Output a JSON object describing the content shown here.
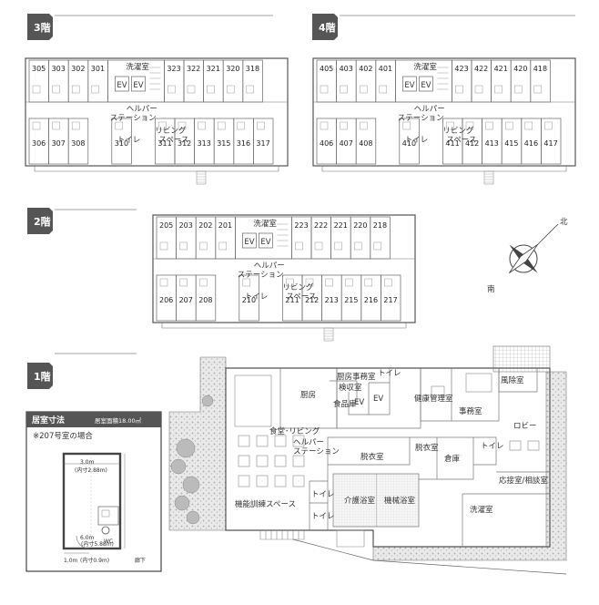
{
  "floors": {
    "f3": {
      "label": "3階",
      "top_rooms": [
        "305",
        "303",
        "302",
        "301",
        "323",
        "322",
        "321",
        "320",
        "318"
      ],
      "bottom_rooms": [
        "306",
        "307",
        "308",
        "310",
        "311",
        "312",
        "313",
        "315",
        "316",
        "317"
      ],
      "laundry": "洗濯室",
      "ev": "EV",
      "helper": [
        "ヘルパー",
        "ステーション"
      ],
      "living": [
        "リビング",
        "スペース"
      ],
      "toilet": "トイレ"
    },
    "f4": {
      "label": "4階",
      "top_rooms": [
        "405",
        "403",
        "402",
        "401",
        "423",
        "422",
        "421",
        "420",
        "418"
      ],
      "bottom_rooms": [
        "406",
        "407",
        "408",
        "410",
        "411",
        "412",
        "413",
        "415",
        "416",
        "417"
      ],
      "laundry": "洗濯室",
      "ev": "EV",
      "helper": [
        "ヘルパー",
        "ステーション"
      ],
      "living": [
        "リビング",
        "スペース"
      ],
      "toilet": "トイレ"
    },
    "f2": {
      "label": "2階",
      "top_rooms": [
        "205",
        "203",
        "202",
        "201",
        "223",
        "222",
        "221",
        "220",
        "218"
      ],
      "bottom_rooms": [
        "206",
        "207",
        "208",
        "210",
        "211",
        "212",
        "213",
        "215",
        "216",
        "217"
      ],
      "laundry": "洗濯室",
      "ev": "EV",
      "helper": [
        "ヘルパー",
        "ステーション"
      ],
      "living": [
        "リビング",
        "スペース"
      ],
      "toilet": "トイレ"
    },
    "f1": {
      "label": "1階",
      "rooms": {
        "kitchen": "厨房",
        "food_store": "食品庫",
        "inspection": "検収室",
        "kitchen_office": "厨房事務室",
        "toilet": "トイレ",
        "ev": "EV",
        "health": "健康管理室",
        "office": "事務室",
        "wind_room": "風除室",
        "lobby": "ロビー",
        "dining": "食堂･リビング",
        "helper": [
          "ヘルパー",
          "ステーション"
        ],
        "undress": "脱衣室",
        "undress2": "脱衣室",
        "storage": "倉庫",
        "training": "機能訓練スペース",
        "care_bath": "介護浴室",
        "machine_bath": "機械浴室",
        "reception": "応接室/相談室",
        "laundry": "洗濯室"
      }
    }
  },
  "compass": {
    "north": "北",
    "south": "南"
  },
  "room_size": {
    "title": "居室寸法",
    "area": "居室面積18.00㎡",
    "note": "※207号室の場合",
    "width_main": "3.0m",
    "width_inner": "(内寸2.88m)",
    "length_main": "6.0m",
    "length_inner": "(内寸5.88m)",
    "door_main": "1.0m",
    "door_inner": "(内寸0.9m)",
    "wc": "WC",
    "corridor": "廊下"
  }
}
